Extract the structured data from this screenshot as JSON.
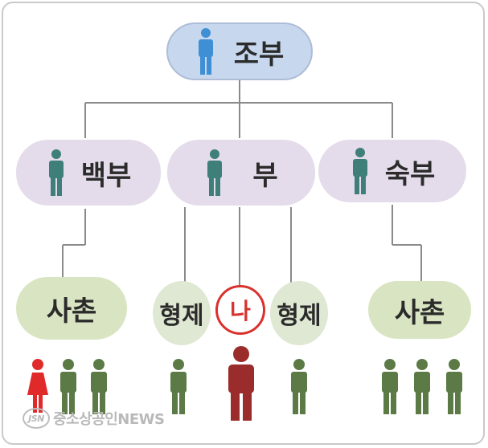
{
  "nodes": {
    "grandfather": "조부",
    "uncle_elder": "백부",
    "father": "부",
    "uncle_younger": "숙부",
    "cousin_left": "사촌",
    "sibling_left": "형제",
    "me": "나",
    "sibling_right": "형제",
    "cousin_right": "사촌"
  },
  "watermark": {
    "logo": "JSN",
    "text": "중소상공인NEWS"
  },
  "colors": {
    "line": "#8a8a8a",
    "figure_blue": "#3f8fd4",
    "figure_teal": "#3f7f7a",
    "figure_olive": "#5b7a45",
    "figure_red": "#e02a2a",
    "figure_maroon": "#9b2c2c",
    "me_circle": "#d8322e"
  }
}
